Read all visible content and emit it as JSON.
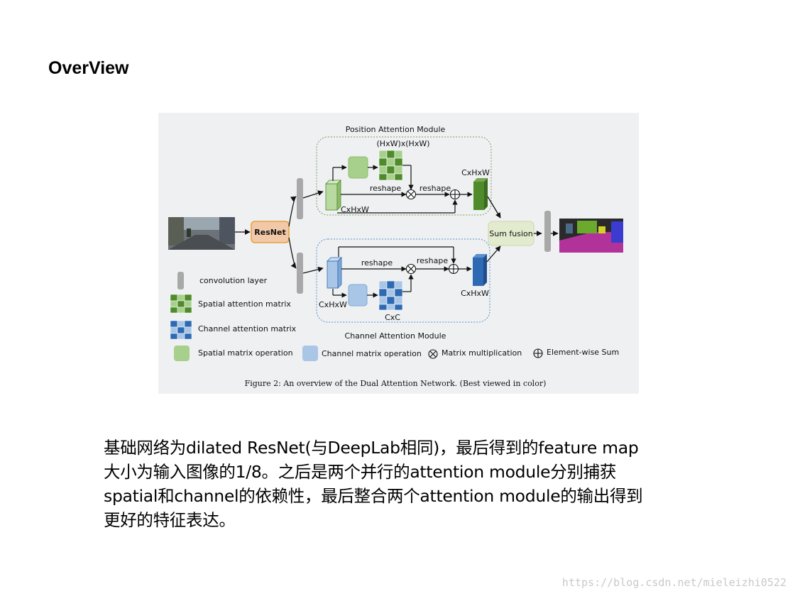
{
  "slide": {
    "title": "OverView",
    "paragraph_lines": [
      "  基础网络为dilated ResNet(与DeepLab相同)，最后得到的feature map",
      "大小为输入图像的1/8。之后是两个并行的attention module分别捕获",
      "spatial和channel的依赖性，最后整合两个attention module的输出得到",
      "更好的特征表达。"
    ]
  },
  "diagram": {
    "resnet_label": "ResNet",
    "position_module_label": "Position Attention Module",
    "channel_module_label": "Channel Attention Module",
    "pos_matrix_dim": "(HxW)x(HxW)",
    "pos_input_dim": "CxHxW",
    "pos_output_dim": "CxHxW",
    "ch_input_dim": "CxHxW",
    "ch_output_dim": "CxHxW",
    "ch_matrix_dim": "CxC",
    "reshape_label": "reshape",
    "sum_fusion_label": "Sum fusion",
    "legend": {
      "conv_layer": "convolution layer",
      "spatial_matrix": "Spatial attention matrix",
      "channel_matrix": "Channel attention matrix",
      "spatial_op": "Spatial matrix operation",
      "channel_op": "Channel matrix operation",
      "matrix_mult": "Matrix multiplication",
      "elementwise_sum": "Element-wise Sum"
    },
    "caption": "Figure 2: An overview of the Dual Attention Network. (Best viewed in color)",
    "colors": {
      "resnet_fill": "#f2c9a8",
      "resnet_border": "#e6a03c",
      "green_dark": "#4f8a2b",
      "green_light": "#a8d08d",
      "blue_dark": "#2e6ab3",
      "blue_light": "#a9c6e6",
      "gray": "#a8a8a8",
      "sum_fill": "#e3ebcf"
    }
  },
  "watermark": "https://blog.csdn.net/mieleizhi0522"
}
